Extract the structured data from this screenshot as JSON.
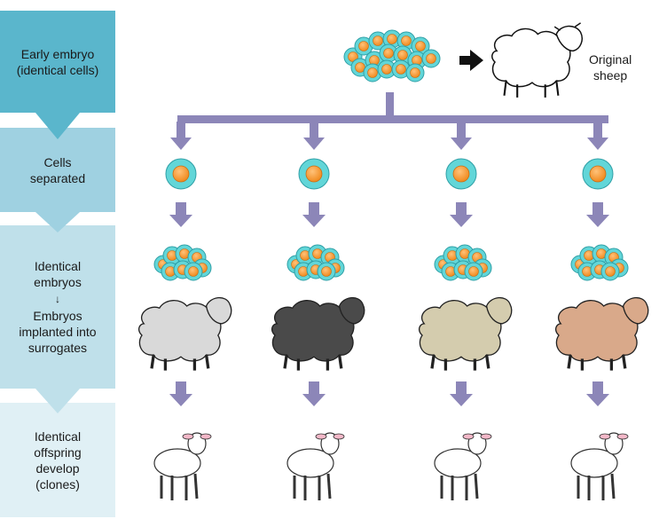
{
  "steps": [
    {
      "text": "Early embryo\n(identical cells)"
    },
    {
      "text": "Cells\nseparated"
    },
    {
      "text": "Identical\nembryos",
      "arrow": "↓",
      "text2": "Embryos\nimplanted into\nsurrogates"
    },
    {
      "text": "Identical\noffspring\ndevelop\n(clones)"
    }
  ],
  "original_label": "Original\nsheep",
  "colors": {
    "step1": "#5ab6cc",
    "step2": "#9fd1e1",
    "step3": "#bfe0ea",
    "step4": "#e0f0f5",
    "arrow": "#8c86b8",
    "cell_outer": "#62d6d8",
    "cell_nucleus": "#f7962f",
    "surrogates": [
      "#d9d9d9",
      "#4a4a4a",
      "#d4ccae",
      "#d9a98a"
    ]
  }
}
